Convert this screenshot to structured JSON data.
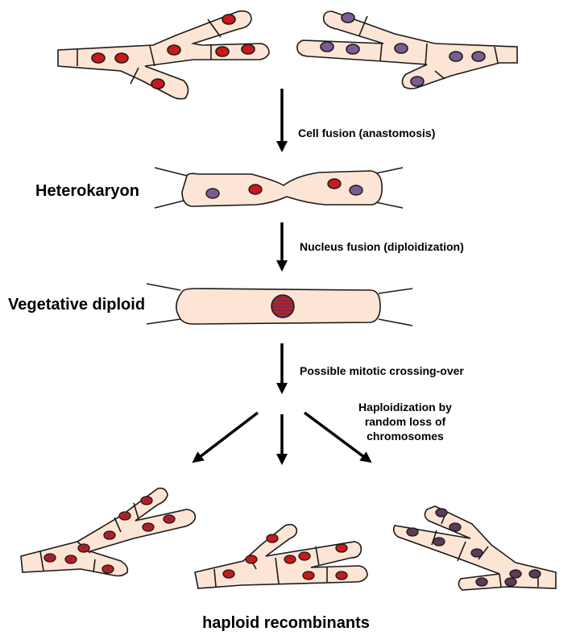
{
  "labels": {
    "fusion": "Cell fusion (anastomosis)",
    "heterokaryon": "Heterokaryon",
    "nucleus_fusion": "Nucleus fusion (diploidization)",
    "vegetative_diploid": "Vegetative diploid",
    "crossing_over": "Possible mitotic crossing-over",
    "haploidization_l1": "Haploidization by",
    "haploidization_l2": "random loss of",
    "haploidization_l3": "chromosomes",
    "recombinants": "haploid recombinants"
  },
  "colors": {
    "cell_fill": "#fde5d5",
    "outline": "#1a1a1a",
    "red_nucleus": "#c8191b",
    "purple_nucleus": "#7a5c92",
    "dark_purple_nucleus": "#5e3a56",
    "diploid_nucleus": "#a0232f"
  }
}
